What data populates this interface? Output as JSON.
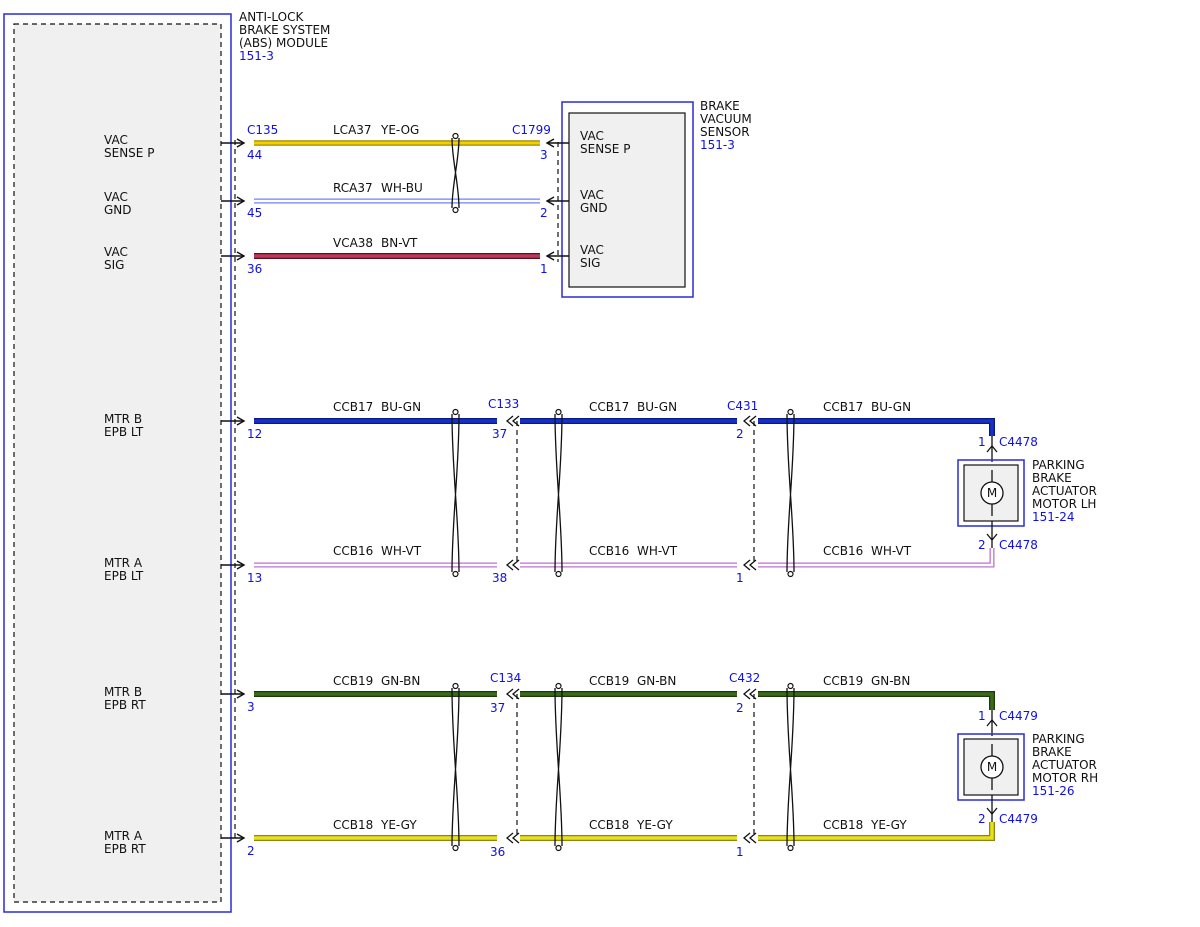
{
  "abs_module": {
    "title_lines": [
      "ANTI-LOCK",
      "BRAKE SYSTEM",
      "(ABS) MODULE"
    ],
    "ref": "151-3",
    "pins": [
      {
        "l1": "VAC",
        "l2": "SENSE P",
        "num": "44"
      },
      {
        "l1": "VAC",
        "l2": "GND",
        "num": "45"
      },
      {
        "l1": "VAC",
        "l2": "SIG",
        "num": "36"
      },
      {
        "l1": "MTR B",
        "l2": "EPB LT",
        "num": "12"
      },
      {
        "l1": "MTR A",
        "l2": "EPB LT",
        "num": "13"
      },
      {
        "l1": "MTR B",
        "l2": "EPB RT",
        "num": "3"
      },
      {
        "l1": "MTR A",
        "l2": "EPB RT",
        "num": "2"
      }
    ],
    "connector_top": "C135"
  },
  "vacuum_sensor": {
    "title_lines": [
      "BRAKE",
      "VACUUM",
      "SENSOR"
    ],
    "ref": "151-3",
    "connector": "C1799",
    "pins": [
      {
        "l1": "VAC",
        "l2": "SENSE P",
        "num": "3"
      },
      {
        "l1": "VAC",
        "l2": "GND",
        "num": "2"
      },
      {
        "l1": "VAC",
        "l2": "SIG",
        "num": "1"
      }
    ]
  },
  "sensor_wires": [
    {
      "circuit": "LCA37",
      "color": "YE-OG",
      "fill": "#f2d000",
      "edge": "#a08800"
    },
    {
      "circuit": "RCA37",
      "color": "WH-BU",
      "fill": "#ffffff",
      "edge": "#7080ff"
    },
    {
      "circuit": "VCA38",
      "color": "BN-VT",
      "fill": "#b03050",
      "edge": "#5a1020"
    }
  ],
  "motor_circuits": [
    {
      "circuit": "CCB17",
      "color": "BU-GN",
      "fill": "#1630c8",
      "edge": "#0a1a80",
      "inline_a": {
        "name": "C133",
        "pin": "37"
      },
      "inline_b": {
        "name": "C431",
        "pin": "2"
      },
      "motor_pin": "1",
      "motor_conn": "C4478"
    },
    {
      "circuit": "CCB16",
      "color": "WH-VT",
      "fill": "#ffffff",
      "edge": "#c070d0",
      "inline_a": {
        "name": "",
        "pin": "38"
      },
      "inline_b": {
        "name": "",
        "pin": "1"
      },
      "motor_pin": "2",
      "motor_conn": "C4478"
    },
    {
      "circuit": "CCB19",
      "color": "GN-BN",
      "fill": "#3a6a1a",
      "edge": "#1e3a0a",
      "inline_a": {
        "name": "C134",
        "pin": "37"
      },
      "inline_b": {
        "name": "C432",
        "pin": "2"
      },
      "motor_pin": "1",
      "motor_conn": "C4479"
    },
    {
      "circuit": "CCB18",
      "color": "YE-GY",
      "fill": "#e8e020",
      "edge": "#8a8810",
      "inline_a": {
        "name": "",
        "pin": "36"
      },
      "inline_b": {
        "name": "",
        "pin": "1"
      },
      "motor_pin": "2",
      "motor_conn": "C4479"
    }
  ],
  "motors": [
    {
      "title_lines": [
        "PARKING",
        "BRAKE",
        "ACTUATOR",
        "MOTOR LH"
      ],
      "ref": "151-24",
      "symbol": "M"
    },
    {
      "title_lines": [
        "PARKING",
        "BRAKE",
        "ACTUATOR",
        "MOTOR RH"
      ],
      "ref": "151-26",
      "symbol": "M"
    }
  ],
  "colors": {
    "connector_text": "#1010e0",
    "outline": "#2a2ad8",
    "module_fill": "#f0f0f0"
  }
}
